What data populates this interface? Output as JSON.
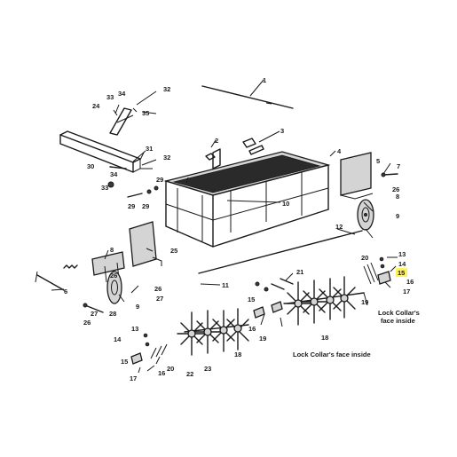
{
  "callouts": {
    "c1": "1",
    "c2": "2",
    "c3": "3",
    "c4": "4",
    "c5": "5",
    "c6": "6",
    "c7": "7",
    "c8": "8",
    "c9": "9",
    "c10": "10",
    "c11": "11",
    "c12": "12",
    "c13": "13",
    "c14": "14",
    "c15": "15",
    "c16": "16",
    "c17": "17",
    "c18": "18",
    "c19": "19",
    "c20": "20",
    "c21": "21",
    "c22": "22",
    "c23": "23",
    "c24": "24",
    "c25": "25",
    "c26": "26",
    "c27": "27",
    "c28": "28",
    "c29": "29",
    "c30": "30",
    "c31": "31",
    "c32": "32",
    "c33": "33",
    "c34": "34",
    "c35": "35"
  },
  "notes": {
    "lock_collar_right_1": "Lock Collar's",
    "lock_collar_right_2": "face inside",
    "lock_collar_center": "Lock Collar's face inside"
  },
  "highlight": {
    "callout": "15",
    "color": "#fff35a"
  }
}
